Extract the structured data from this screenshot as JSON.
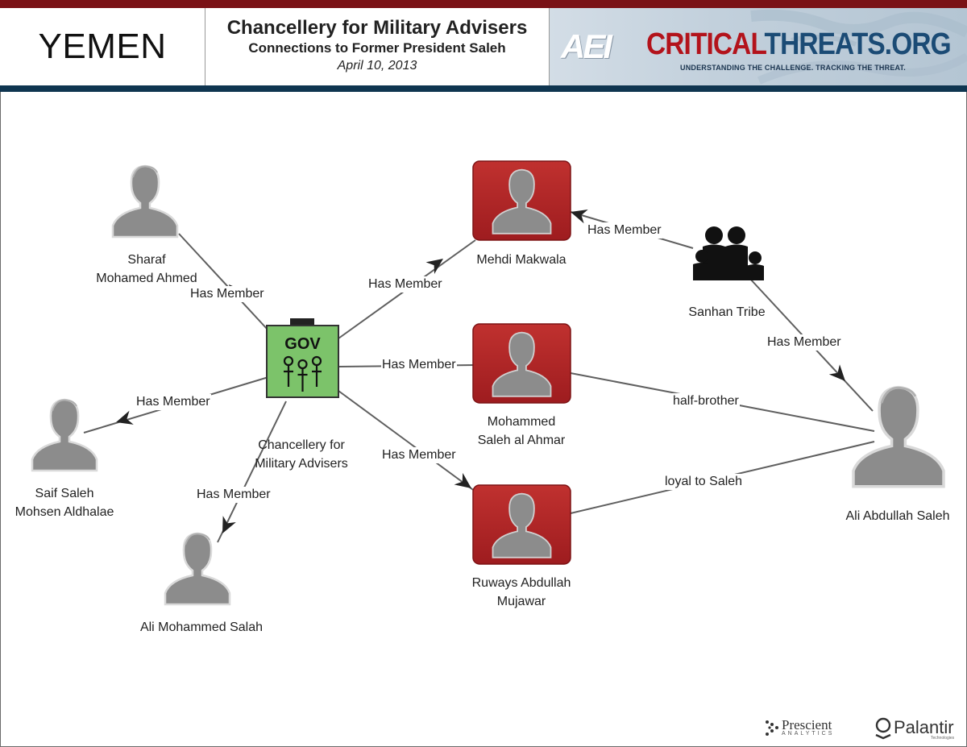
{
  "header": {
    "country": "YEMEN",
    "title": "Chancellery for Military Advisers",
    "subtitle": "Connections to Former President Saleh",
    "date": "April 10, 2013",
    "banner": {
      "aei": "AEI",
      "ct_part1": "CRITICAL",
      "ct_part2": "THREATS.ORG",
      "tagline": "UNDERSTANDING THE CHALLENGE.  TRACKING THE THREAT."
    }
  },
  "nodes": {
    "sharaf": {
      "label_line1": "Sharaf",
      "label_line2": "Mohamed Ahmed"
    },
    "saif": {
      "label_line1": "Saif Saleh",
      "label_line2": "Mohsen Aldhalae"
    },
    "ali_salah": {
      "label_line1": "Ali Mohammed Salah"
    },
    "chancellery": {
      "icon_text": "GOV",
      "label_line1": "Chancellery for",
      "label_line2": "Military Advisers"
    },
    "mehdi": {
      "label_line1": "Mehdi Makwala"
    },
    "mohammed": {
      "label_line1": "Mohammed",
      "label_line2": "Saleh al Ahmar"
    },
    "ruways": {
      "label_line1": "Ruways Abdullah",
      "label_line2": "Mujawar"
    },
    "sanhan": {
      "label_line1": "Sanhan Tribe"
    },
    "ali_saleh": {
      "label_line1": "Ali Abdullah Saleh"
    }
  },
  "edges": {
    "gov_sharaf": "Has Member",
    "gov_saif": "Has Member",
    "gov_ali_salah": "Has Member",
    "gov_mehdi": "Has Member",
    "gov_mohammed": "Has Member",
    "gov_ruways": "Has Member",
    "sanhan_mehdi": "Has Member",
    "sanhan_ali_saleh": "Has Member",
    "mohammed_ali_saleh": "half-brother",
    "ruways_ali_saleh": "loyal to Saleh"
  },
  "footer": {
    "prescient_name": "Prescient",
    "prescient_sub": "ANALYTICS",
    "palantir_name": "Palantir",
    "palantir_sub": "Technologies"
  },
  "colors": {
    "header_top_stripe": "#7a1216",
    "header_bottom_stripe": "#0f3550",
    "red_node": "#b5262a",
    "gov_node": "#7cc36a",
    "person_gray": "#8c8c8c",
    "edge_gray": "#5f5f5f"
  },
  "icons": {
    "person": "person-silhouette-icon",
    "government": "government-building-icon",
    "tribe": "group-family-icon"
  }
}
